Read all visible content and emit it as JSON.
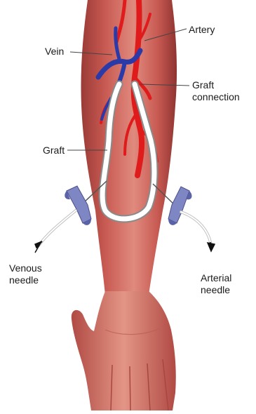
{
  "diagram": {
    "labels": {
      "artery": "Artery",
      "vein": "Vein",
      "graft_connection": [
        "Graft",
        "connection"
      ],
      "graft": "Graft",
      "venous_needle": [
        "Venous",
        "needle"
      ],
      "arterial_needle": [
        "Arterial",
        "needle"
      ]
    },
    "colors": {
      "skin": "#c85a52",
      "skin_light": "#e08a7e",
      "skin_dark": "#9a3a36",
      "artery": "#e01b1b",
      "vein": "#2a3aa8",
      "graft": "#ffffff",
      "graft_outline": "#8a8a8a",
      "needle_wing": "#7f86c4",
      "leader_line": "#555555"
    }
  }
}
